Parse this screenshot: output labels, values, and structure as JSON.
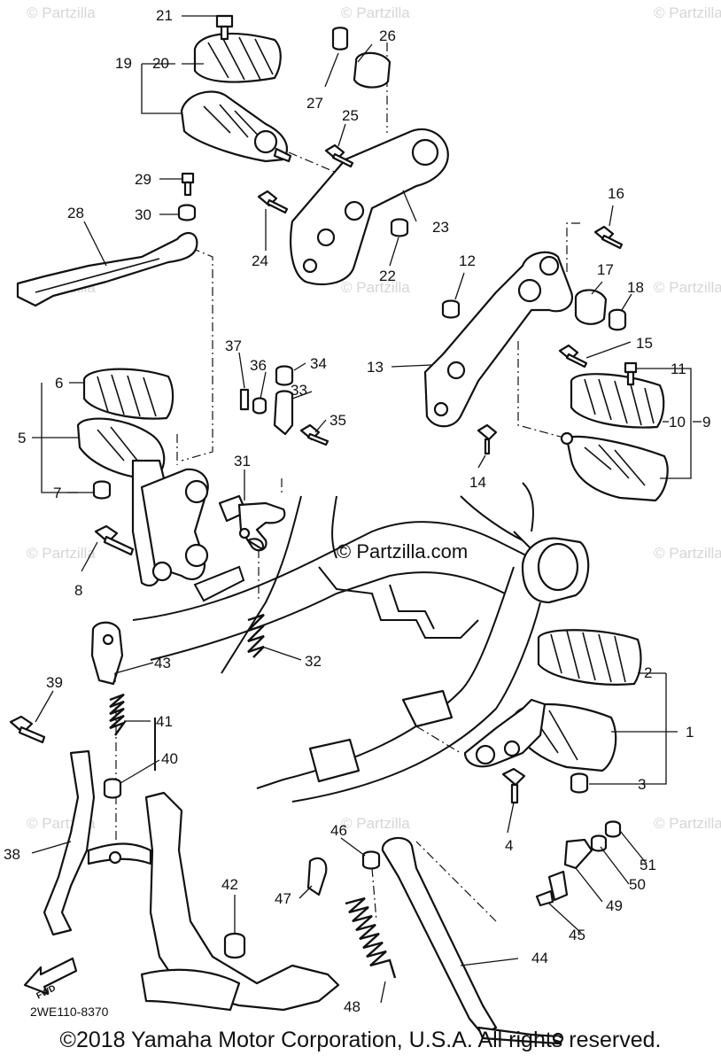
{
  "watermark": "© Partzilla",
  "center_watermark": "© Partzilla.com",
  "diagram_code": "2WE110-8370",
  "copyright": "©2018 Yamaha Motor Corporation, U.S.A. All rights reserved.",
  "fwd_label": "FWD",
  "callouts": [
    "1",
    "2",
    "3",
    "4",
    "5",
    "6",
    "7",
    "8",
    "9",
    "10",
    "11",
    "12",
    "13",
    "14",
    "15",
    "16",
    "17",
    "18",
    "19",
    "20",
    "21",
    "22",
    "23",
    "24",
    "25",
    "26",
    "27",
    "28",
    "29",
    "30",
    "31",
    "32",
    "33",
    "34",
    "35",
    "36",
    "37",
    "38",
    "39",
    "40",
    "41",
    "42",
    "43",
    "44",
    "45",
    "46",
    "47",
    "48",
    "49",
    "50",
    "51"
  ]
}
